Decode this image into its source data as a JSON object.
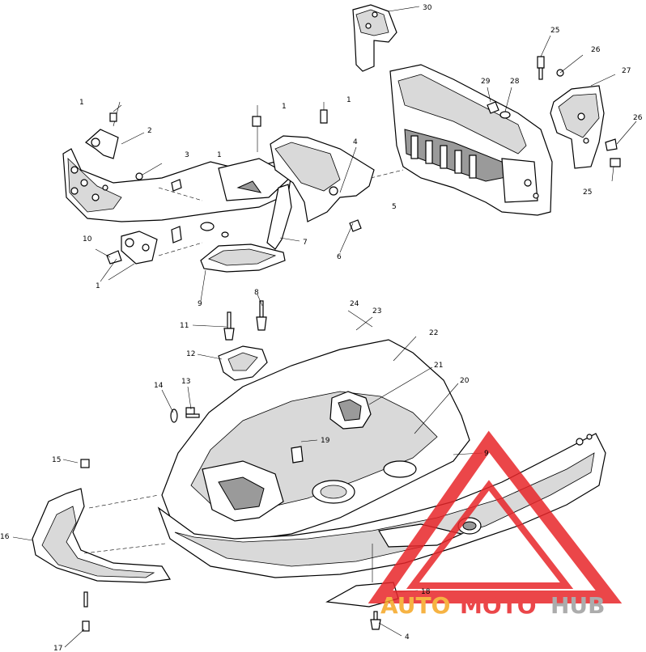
{
  "callouts": [
    {
      "id": "c30",
      "text": "30"
    },
    {
      "id": "c25a",
      "text": "25"
    },
    {
      "id": "c26a",
      "text": "26"
    },
    {
      "id": "c27",
      "text": "27"
    },
    {
      "id": "c29",
      "text": "29"
    },
    {
      "id": "c28",
      "text": "28"
    },
    {
      "id": "c26b",
      "text": "26"
    },
    {
      "id": "c25b",
      "text": "25"
    },
    {
      "id": "c1a",
      "text": "1"
    },
    {
      "id": "c1b",
      "text": "1"
    },
    {
      "id": "c1c",
      "text": "1"
    },
    {
      "id": "c1d",
      "text": "1"
    },
    {
      "id": "c1e",
      "text": "1"
    },
    {
      "id": "c2",
      "text": "2"
    },
    {
      "id": "c3",
      "text": "3"
    },
    {
      "id": "c4a",
      "text": "4"
    },
    {
      "id": "c5",
      "text": "5"
    },
    {
      "id": "c6",
      "text": "6"
    },
    {
      "id": "c7",
      "text": "7"
    },
    {
      "id": "c10",
      "text": "10"
    },
    {
      "id": "c9a",
      "text": "9"
    },
    {
      "id": "c8",
      "text": "8"
    },
    {
      "id": "c11",
      "text": "11"
    },
    {
      "id": "c12",
      "text": "12"
    },
    {
      "id": "c24",
      "text": "24"
    },
    {
      "id": "c23",
      "text": "23"
    },
    {
      "id": "c22",
      "text": "22"
    },
    {
      "id": "c21",
      "text": "21"
    },
    {
      "id": "c20",
      "text": "20"
    },
    {
      "id": "c14",
      "text": "14"
    },
    {
      "id": "c13",
      "text": "13"
    },
    {
      "id": "c19",
      "text": "19"
    },
    {
      "id": "c9b",
      "text": "9"
    },
    {
      "id": "c15",
      "text": "15"
    },
    {
      "id": "c16",
      "text": "16"
    },
    {
      "id": "c18",
      "text": "18"
    },
    {
      "id": "c17",
      "text": "17"
    },
    {
      "id": "c4b",
      "text": "4"
    }
  ],
  "watermark": {
    "part1": "AUTO",
    "part2": "MOTO",
    "part3": "HUB",
    "color_auto": "#f5a623",
    "color_moto": "#e8262a",
    "color_hub": "#9e9e9e",
    "triangle_color": "#e8262a"
  }
}
